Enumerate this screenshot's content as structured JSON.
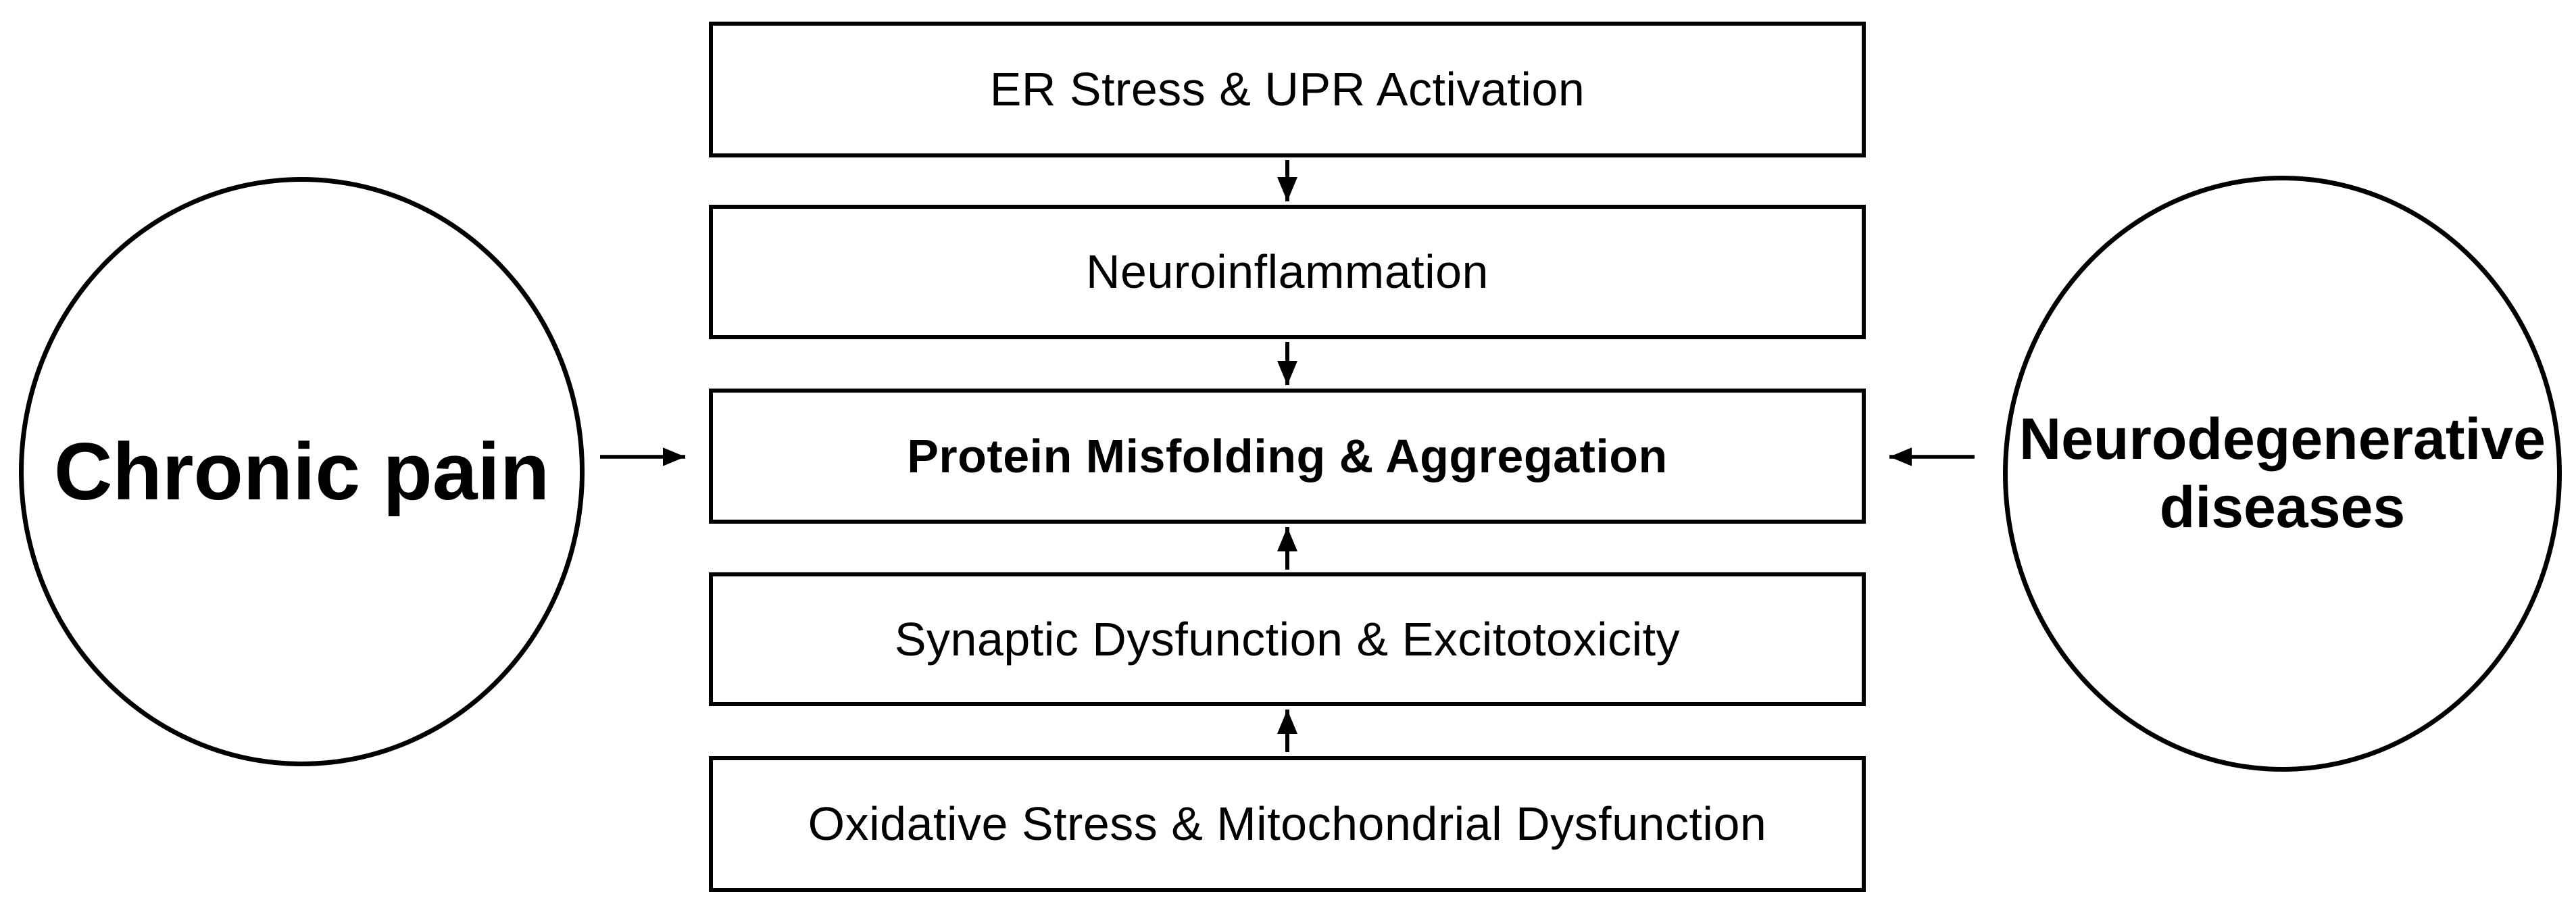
{
  "diagram": {
    "background_color": "#ffffff",
    "stroke_color": "#000000",
    "text_color": "#000000",
    "left_node": {
      "id": "chronic-pain",
      "label": "Chronic pain",
      "shape": "ellipse"
    },
    "right_node": {
      "id": "neurodegenerative-diseases",
      "label": "Neurodegenerative diseases",
      "shape": "ellipse"
    },
    "boxes": [
      {
        "id": "er-stress",
        "label": "ER Stress & UPR Activation",
        "bold": false
      },
      {
        "id": "neuroinflammation",
        "label": "Neuroinflammation",
        "bold": false
      },
      {
        "id": "protein-misfolding",
        "label": "Protein Misfolding & Aggregation",
        "bold": true
      },
      {
        "id": "synaptic-dysfunction",
        "label": "Synaptic Dysfunction & Excitotoxicity",
        "bold": false
      },
      {
        "id": "oxidative-stress",
        "label": "Oxidative Stress & Mitochondrial Dysfunction",
        "bold": false
      }
    ],
    "arrows": [
      {
        "from": "er-stress",
        "to": "neuroinflammation",
        "direction": "down"
      },
      {
        "from": "neuroinflammation",
        "to": "protein-misfolding",
        "direction": "down"
      },
      {
        "from": "synaptic-dysfunction",
        "to": "protein-misfolding",
        "direction": "up"
      },
      {
        "from": "oxidative-stress",
        "to": "synaptic-dysfunction",
        "direction": "up"
      },
      {
        "from": "chronic-pain",
        "to": "protein-misfolding",
        "direction": "right"
      },
      {
        "from": "neurodegenerative-diseases",
        "to": "protein-misfolding",
        "direction": "left"
      }
    ]
  }
}
